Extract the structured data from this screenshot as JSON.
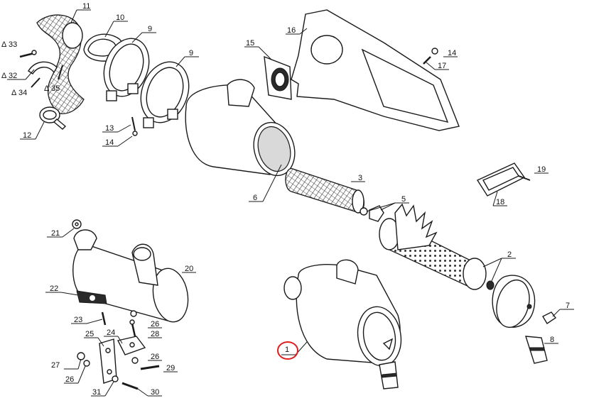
{
  "diagram": {
    "highlight_color": "#e01e1e",
    "callouts": [
      {
        "id": "c11",
        "text": "11"
      },
      {
        "id": "c10",
        "text": "10"
      },
      {
        "id": "c9a",
        "text": "9"
      },
      {
        "id": "c9b",
        "text": "9"
      },
      {
        "id": "c16",
        "text": "16"
      },
      {
        "id": "c15",
        "text": "15"
      },
      {
        "id": "c14a",
        "text": "14"
      },
      {
        "id": "c17",
        "text": "17"
      },
      {
        "id": "c33",
        "text": "33"
      },
      {
        "id": "c32",
        "text": "32"
      },
      {
        "id": "c34",
        "text": "34"
      },
      {
        "id": "c35",
        "text": "35"
      },
      {
        "id": "c12",
        "text": "12"
      },
      {
        "id": "c13",
        "text": "13"
      },
      {
        "id": "c14b",
        "text": "14"
      },
      {
        "id": "c6",
        "text": "6"
      },
      {
        "id": "c3",
        "text": "3"
      },
      {
        "id": "c5",
        "text": "5"
      },
      {
        "id": "c19",
        "text": "19"
      },
      {
        "id": "c18",
        "text": "18"
      },
      {
        "id": "c21",
        "text": "21"
      },
      {
        "id": "c20",
        "text": "20"
      },
      {
        "id": "c2",
        "text": "2"
      },
      {
        "id": "c22",
        "text": "22"
      },
      {
        "id": "c23",
        "text": "23"
      },
      {
        "id": "c26a",
        "text": "26"
      },
      {
        "id": "c25",
        "text": "25"
      },
      {
        "id": "c24",
        "text": "24"
      },
      {
        "id": "c28",
        "text": "28"
      },
      {
        "id": "c26b",
        "text": "26"
      },
      {
        "id": "c27",
        "text": "27"
      },
      {
        "id": "c26c",
        "text": "26"
      },
      {
        "id": "c29",
        "text": "29"
      },
      {
        "id": "c31",
        "text": "31"
      },
      {
        "id": "c30",
        "text": "30"
      },
      {
        "id": "c7",
        "text": "7"
      },
      {
        "id": "c8",
        "text": "8"
      },
      {
        "id": "c1",
        "text": "1"
      }
    ],
    "delta_marked": [
      "33",
      "32",
      "34",
      "35"
    ],
    "delta_symbol": "Δ"
  }
}
